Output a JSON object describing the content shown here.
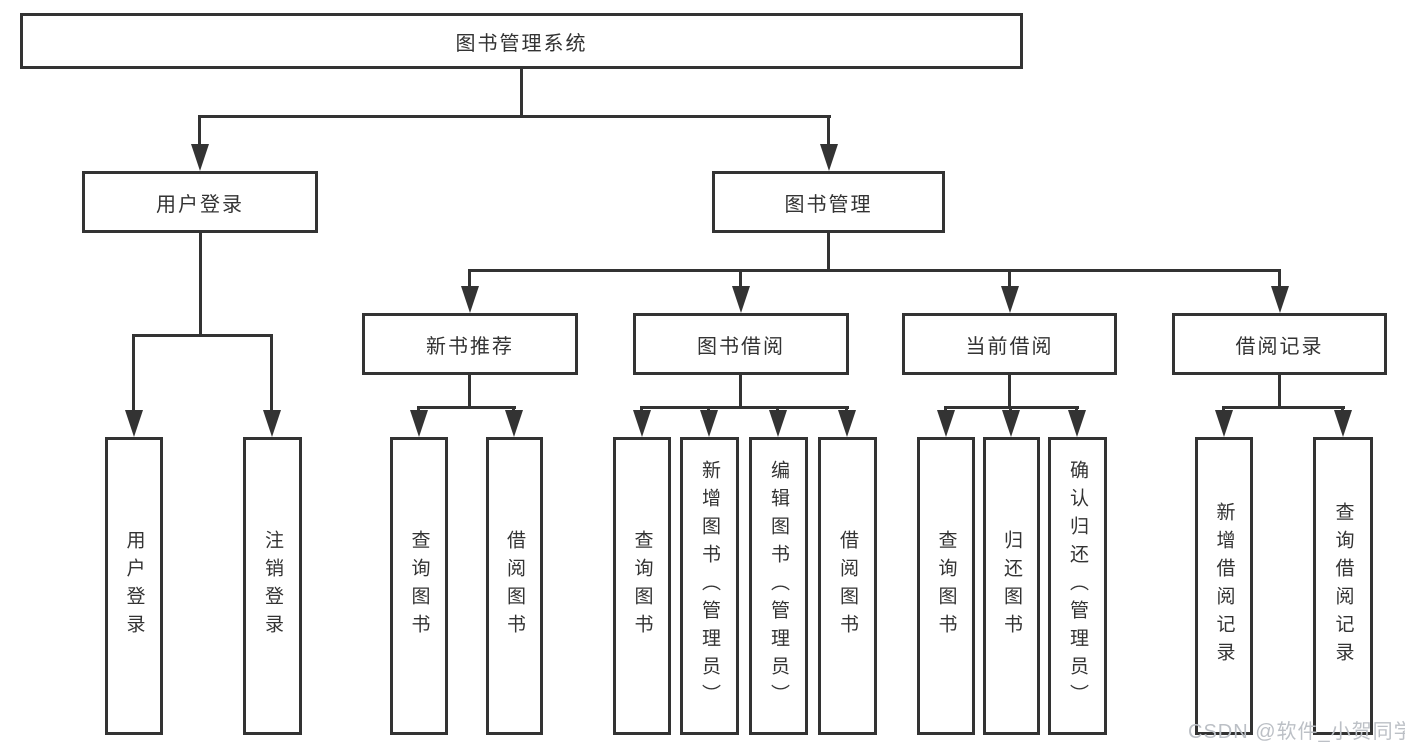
{
  "diagram": {
    "title": "图书管理系统",
    "branches": [
      {
        "label": "用户登录",
        "children": [
          {
            "label": "用户登录"
          },
          {
            "label": "注销登录"
          }
        ]
      },
      {
        "label": "图书管理",
        "children": [
          {
            "label": "新书推荐",
            "children": [
              {
                "label": "查询图书"
              },
              {
                "label": "借阅图书"
              }
            ]
          },
          {
            "label": "图书借阅",
            "children": [
              {
                "label": "查询图书"
              },
              {
                "label": "新增图书（管理员）"
              },
              {
                "label": "编辑图书（管理员）"
              },
              {
                "label": "借阅图书"
              }
            ]
          },
          {
            "label": "当前借阅",
            "children": [
              {
                "label": "查询图书"
              },
              {
                "label": "归还图书"
              },
              {
                "label": "确认归还（管理员）"
              }
            ]
          },
          {
            "label": "借阅记录",
            "children": [
              {
                "label": "新增借阅记录"
              },
              {
                "label": "查询借阅记录"
              }
            ]
          }
        ]
      }
    ]
  },
  "colors": {
    "line": "#333333",
    "background": "#ffffff",
    "watermark": "#bcc0c6"
  },
  "watermark": {
    "text": "CSDN @软件_小贺同学"
  }
}
